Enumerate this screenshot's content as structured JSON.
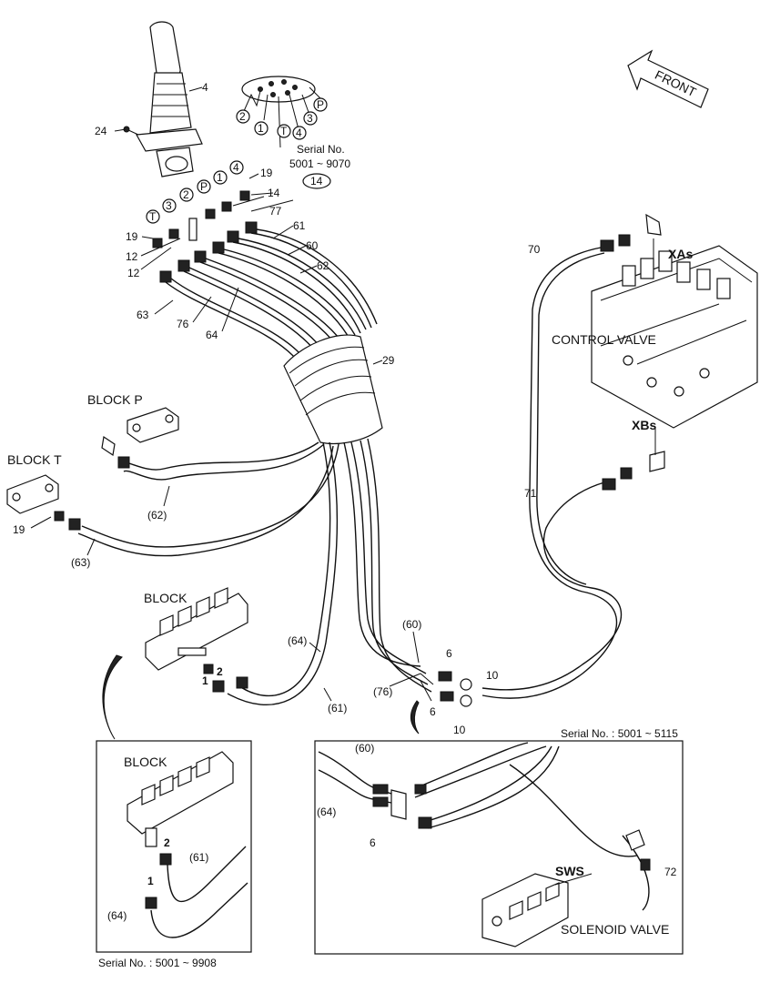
{
  "labels": {
    "front": "FRONT",
    "serial_joystick_title": "Serial No.",
    "serial_joystick_range": "5001 ~ 9070",
    "block_p": "BLOCK  P",
    "block_t": "BLOCK  T",
    "block": "BLOCK",
    "control_valve": "CONTROL VALVE",
    "xas": "XAs",
    "xbs": "XBs",
    "inset_left_block": "BLOCK",
    "inset_left_serial": "Serial No. : 5001 ~ 9908",
    "inset_right_serial": "Serial No. : 5001 ~ 5115",
    "sws": "SWS",
    "solenoid_valve": "SOLENOID VALVE"
  },
  "ports": {
    "p2": "2",
    "p1": "1",
    "pT": "T",
    "p4": "4",
    "p3": "3",
    "pP": "P"
  },
  "callouts": {
    "n4": "4",
    "n24": "24",
    "n19a": "19",
    "n14a": "14",
    "n14b": "14",
    "n77": "77",
    "n19b": "19",
    "n12a": "12",
    "n12b": "12",
    "n61": "61",
    "n60": "60",
    "n62": "62",
    "n63": "63",
    "n76": "76",
    "n64": "64",
    "n29": "29",
    "n70": "70",
    "n71": "71",
    "n62p": "(62)",
    "n19c": "19",
    "n63p": "(63)",
    "n64p": "(64)",
    "n61p": "(61)",
    "n60p": "(60)",
    "n76p": "(76)",
    "n6a": "6",
    "n6b": "6",
    "n10a": "10",
    "n10b": "10",
    "blk2": "2",
    "blk1": "1",
    "in_2": "2",
    "in_1": "1",
    "in_61": "(61)",
    "in_64": "(64)",
    "inr_60": "(60)",
    "inr_64": "(64)",
    "inr_6": "6",
    "inr_72": "72",
    "circ1": "1",
    "circ4": "4",
    "circ3": "3",
    "circ2": "2",
    "circP": "P",
    "circT": "T"
  }
}
